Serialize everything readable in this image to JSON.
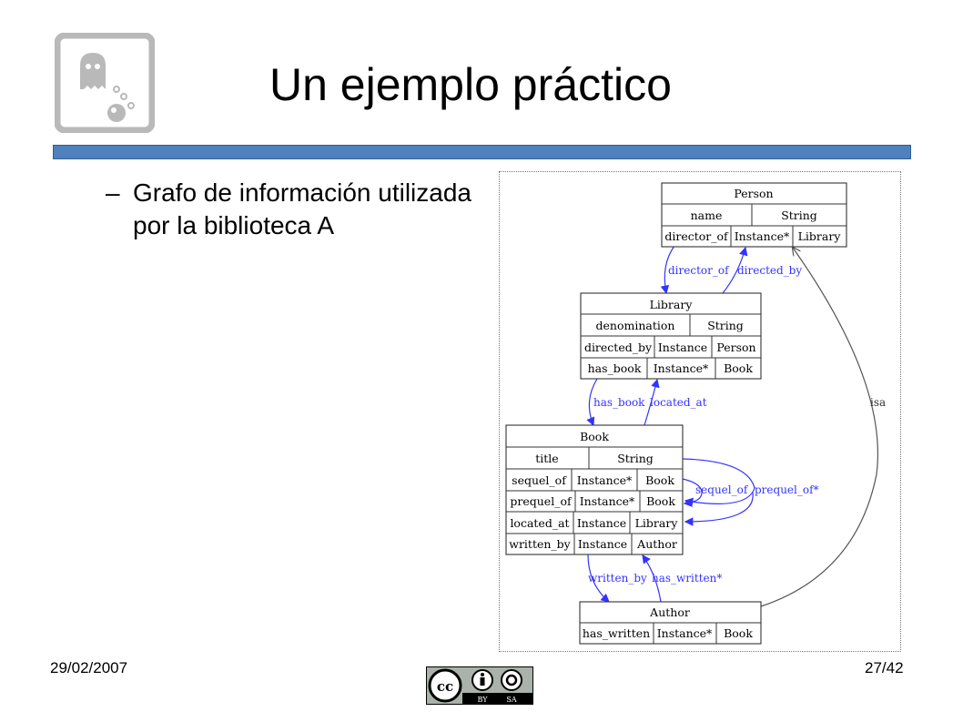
{
  "slide": {
    "title": "Un ejemplo práctico",
    "bullet_dash": "–",
    "bullet_text": "Grafo de información utilizada por la biblioteca A",
    "date": "29/02/2007",
    "page": "27/42"
  },
  "diagram": {
    "person": {
      "header": "Person",
      "r1c1": "name",
      "r1c2": "String",
      "r2c1": "director_of",
      "r2c2": "Instance*",
      "r2c3": "Library"
    },
    "library": {
      "header": "Library",
      "r1c1": "denomination",
      "r1c2": "String",
      "r2c1": "directed_by",
      "r2c2": "Instance",
      "r2c3": "Person",
      "r3c1": "has_book",
      "r3c2": "Instance*",
      "r3c3": "Book"
    },
    "book": {
      "header": "Book",
      "r1c1": "title",
      "r1c2": "String",
      "r2c1": "sequel_of",
      "r2c2": "Instance*",
      "r2c3": "Book",
      "r3c1": "prequel_of",
      "r3c2": "Instance*",
      "r3c3": "Book",
      "r4c1": "located_at",
      "r4c2": "Instance",
      "r4c3": "Library",
      "r5c1": "written_by",
      "r5c2": "Instance",
      "r5c3": "Author"
    },
    "author": {
      "header": "Author",
      "r1c1": "has_written",
      "r1c2": "Instance*",
      "r1c3": "Book"
    },
    "edges": {
      "director_of": "director_of",
      "directed_by": "directed_by",
      "has_book": "has_book",
      "located_at": "located_at",
      "sequel_of": "sequel_of",
      "prequel_of": "prequel_of*",
      "written_by": "written_by",
      "has_written": "has_written*",
      "isa": "isa"
    }
  },
  "license_badge": {
    "left": "BY",
    "right": "SA"
  },
  "colors": {
    "accent_bar": "#4f81bd",
    "edge_blue": "#3333ff",
    "edge_gray": "#555555"
  }
}
